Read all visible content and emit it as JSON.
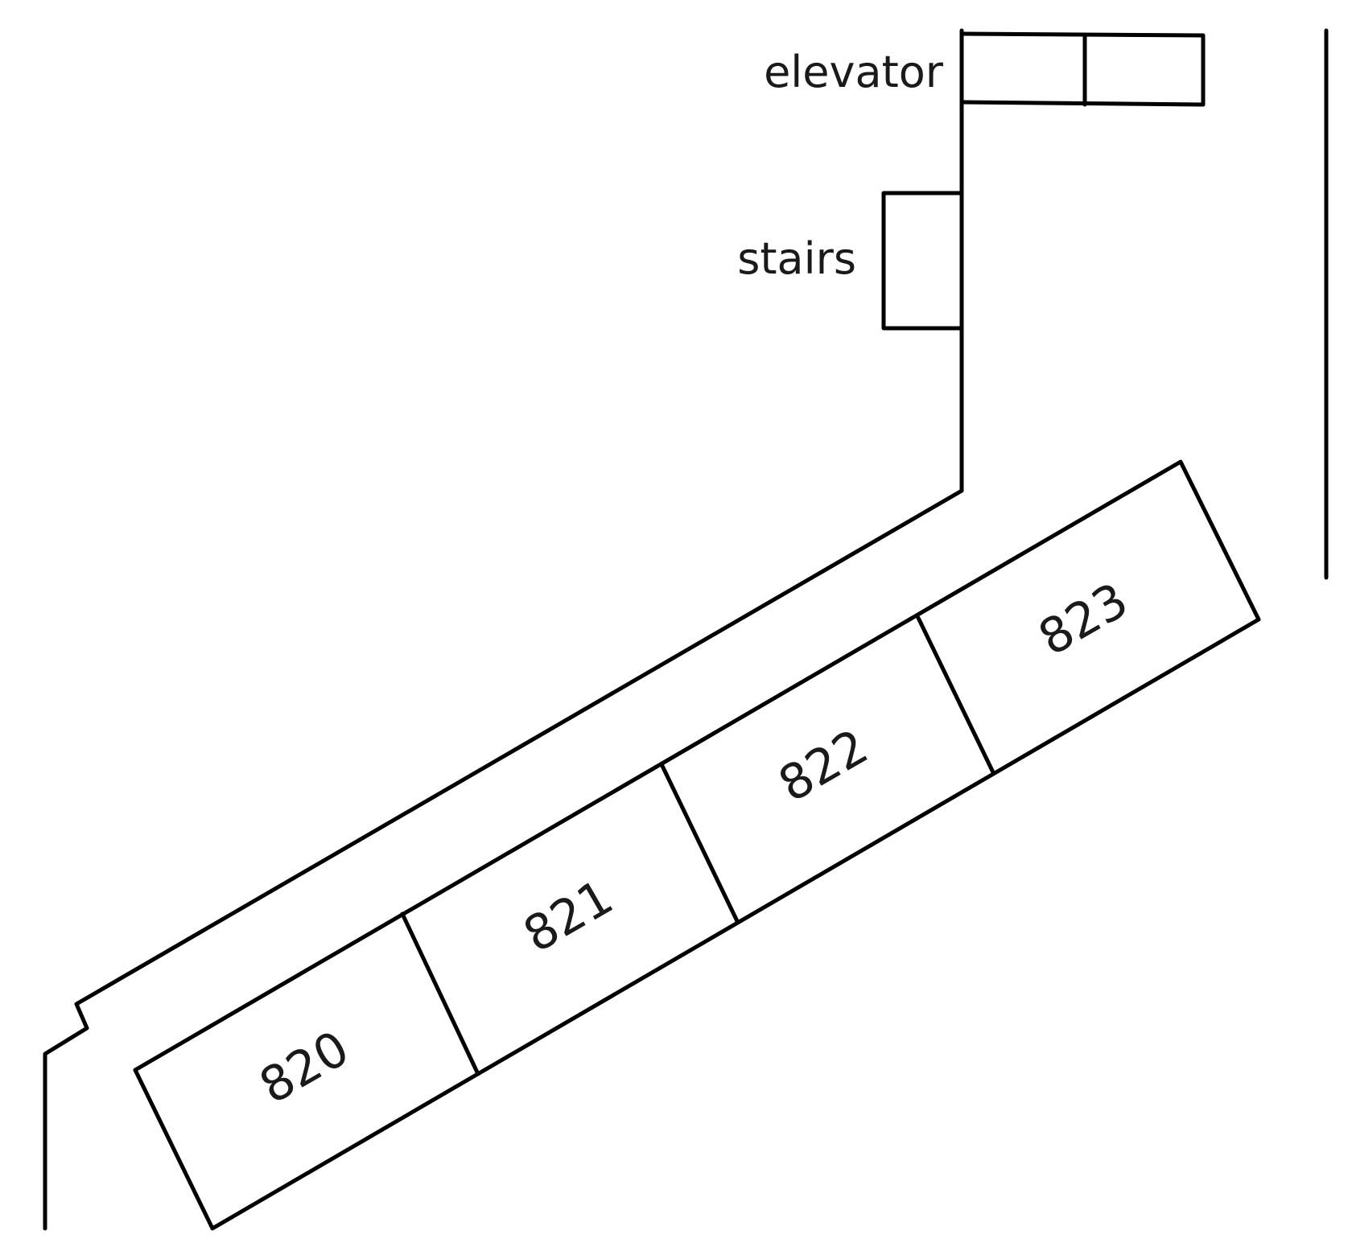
{
  "floor_plan": {
    "elevator_label": "elevator",
    "stairs_label": "stairs",
    "rooms": [
      {
        "number": "820"
      },
      {
        "number": "821"
      },
      {
        "number": "822"
      },
      {
        "number": "823"
      }
    ]
  },
  "colors": {
    "line": "#000000",
    "text": "#1a1a1a",
    "background": "#ffffff"
  }
}
